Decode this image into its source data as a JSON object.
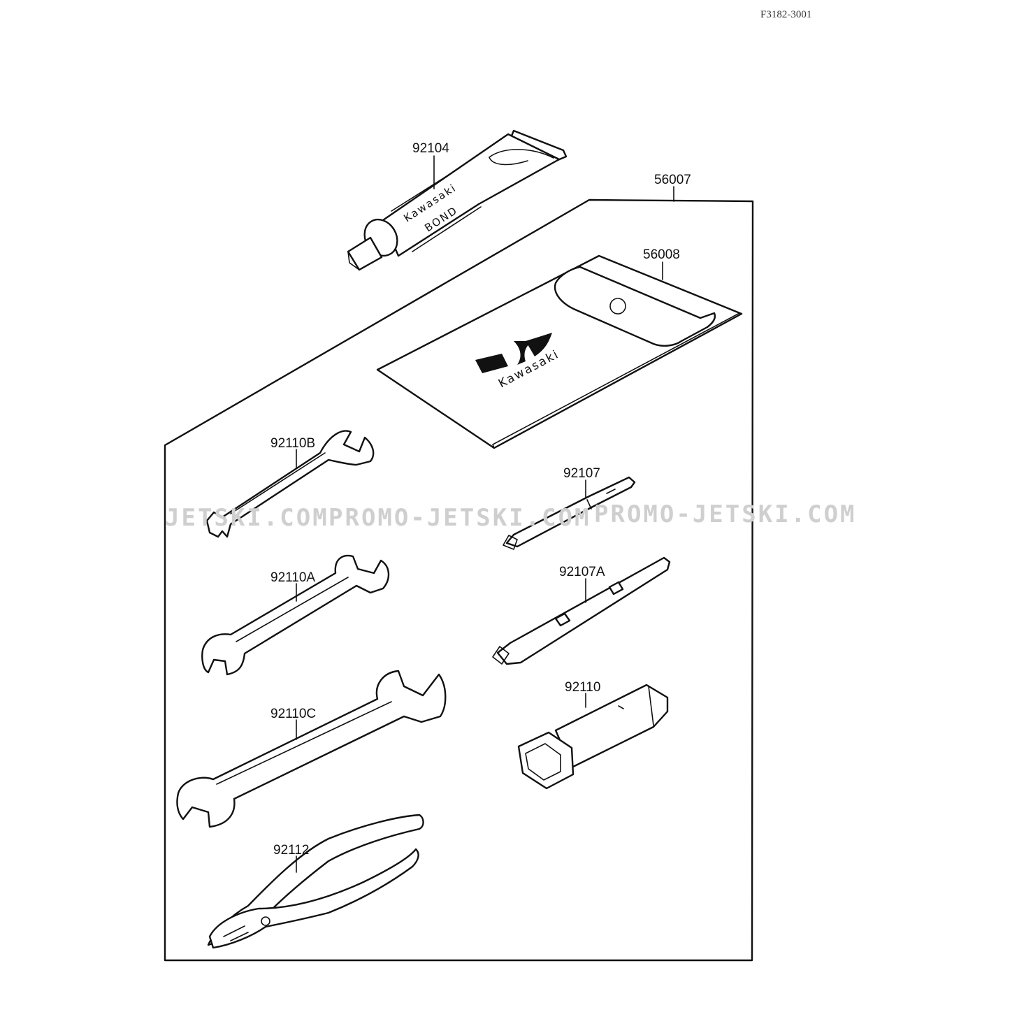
{
  "diagram_code": "F3182-3001",
  "watermark": {
    "left": "JETSKI.COM",
    "middle": "PROMO-JETSKI.COM",
    "right": "PROMO-JETSKI.COM"
  },
  "parts": {
    "p92104": "92104",
    "p56007": "56007",
    "p56008": "56008",
    "p92110B": "92110B",
    "p92107": "92107",
    "p92110A": "92110A",
    "p92107A": "92107A",
    "p92110C": "92110C",
    "p92110": "92110",
    "p92112": "92112"
  },
  "tube_text": {
    "line1": "Kawasaki",
    "line2": "BOND"
  },
  "pouch_brand": "Kawasaki"
}
